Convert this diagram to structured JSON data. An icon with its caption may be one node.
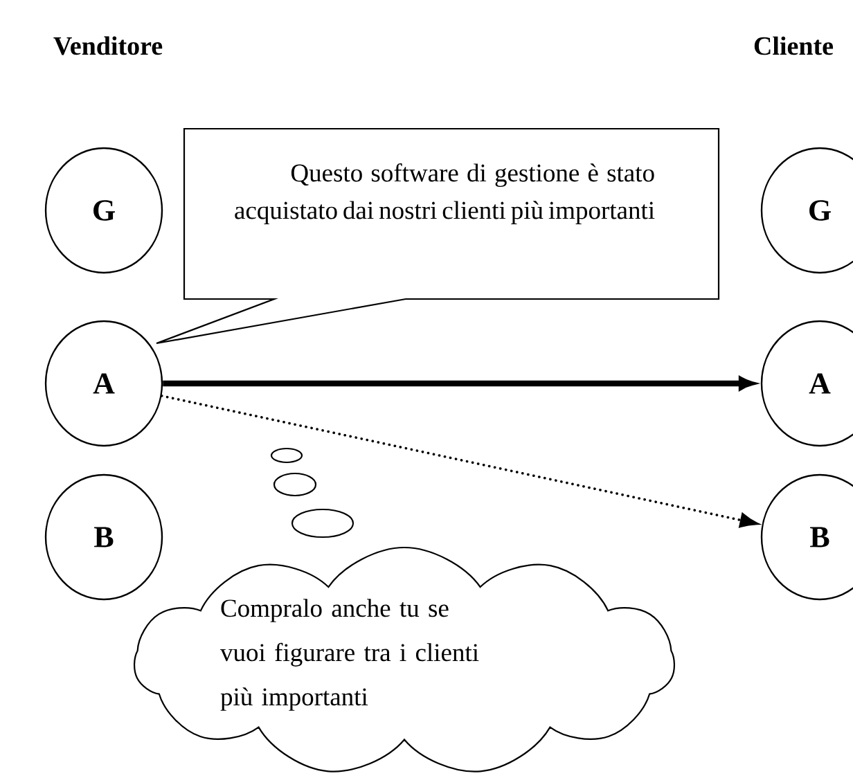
{
  "diagram": {
    "nodes": [
      {
        "text": [
          "G"
        ]
      },
      {
        "text": [
          "A"
        ]
      },
      {
        "text": [
          "B"
        ]
      },
      {
        "text": [
          "G"
        ]
      },
      {
        "text": [
          "A"
        ]
      },
      {
        "text": [
          "B"
        ]
      },
      {
        "text": [
          "Questo software di gestione è stato acquistato dai nostri clienti più importanti"
        ]
      },
      {
        "text": [
          "Compralo anche tu se vuoi figurare tra i clienti più importanti"
        ]
      }
    ],
    "edges": [
      {
        "from": 1,
        "to": 4,
        "arrow": "to",
        "style": "thick"
      },
      {
        "from": 1,
        "to": 5,
        "arrow": "to",
        "style": "dashed"
      }
    ],
    "labels": [
      "Venditore",
      "Cliente"
    ]
  }
}
